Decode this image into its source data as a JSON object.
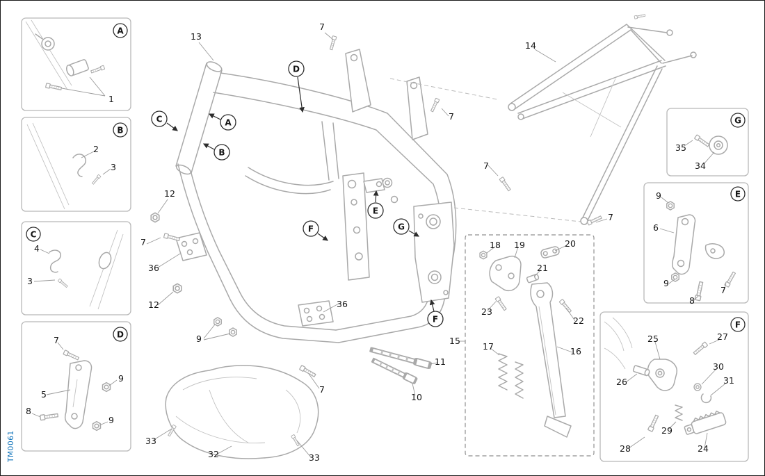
{
  "page": {
    "watermark": "TM0061"
  },
  "part_numbers": {
    "1": "1",
    "2": "2",
    "3": "3",
    "4": "4",
    "5": "5",
    "6": "6",
    "7": "7",
    "8": "8",
    "9": "9",
    "10": "10",
    "11": "11",
    "12": "12",
    "13": "13",
    "14": "14",
    "15": "15",
    "16": "16",
    "17": "17",
    "18": "18",
    "19": "19",
    "20": "20",
    "21": "21",
    "22": "22",
    "23": "23",
    "24": "24",
    "25": "25",
    "26": "26",
    "27": "27",
    "28": "28",
    "29": "29",
    "30": "30",
    "31": "31",
    "32": "32",
    "33": "33",
    "34": "34",
    "35": "35",
    "36": "36"
  },
  "section_letters": {
    "A": "A",
    "B": "B",
    "C": "C",
    "D": "D",
    "E": "E",
    "F": "F",
    "G": "G"
  }
}
